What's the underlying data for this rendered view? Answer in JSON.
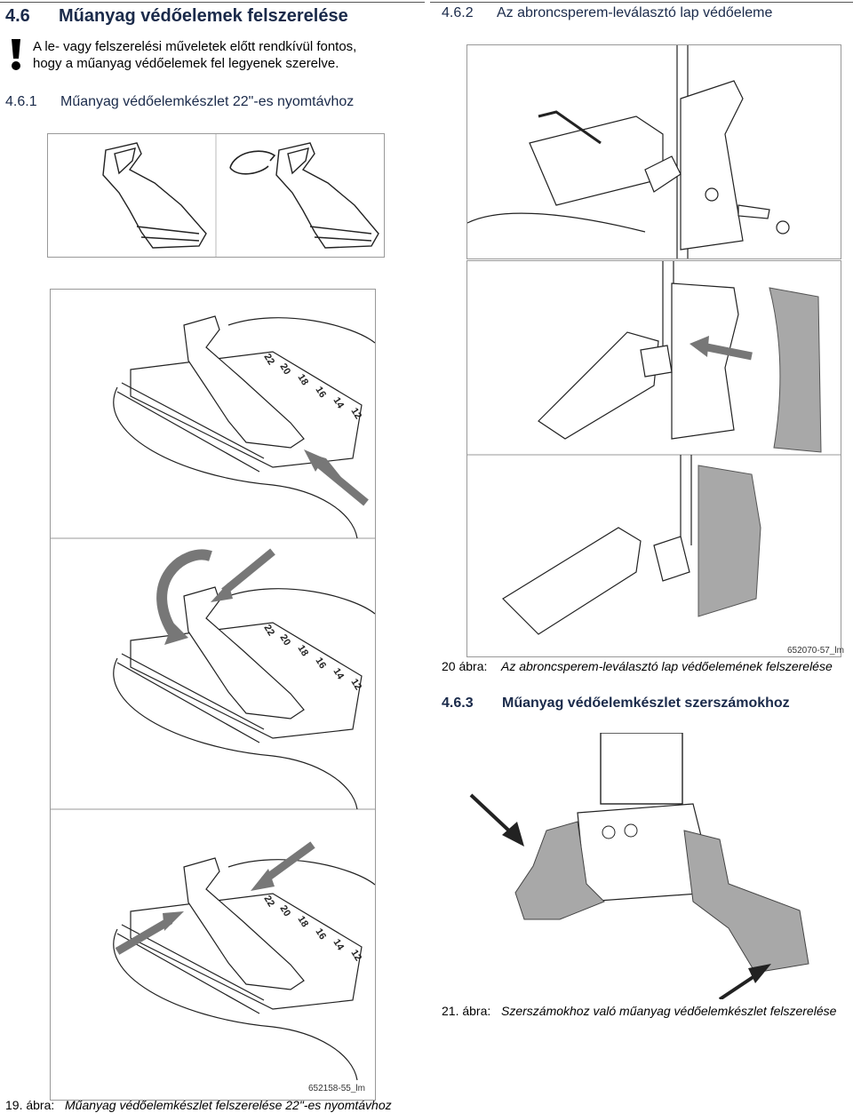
{
  "left": {
    "section": {
      "number": "4.6",
      "title": "Műanyag védőelemek felszerelése"
    },
    "warning": {
      "icon": "exclamation-icon",
      "line1": "A le- vagy felszerelési műveletek előtt rendkívül fontos,",
      "line2": "hogy a műanyag védőelemek fel legyenek szerelve."
    },
    "subsection": {
      "number": "4.6.1",
      "title": "Műanyag védőelemkészlet 22\"-es nyomtávhoz"
    },
    "scale_labels": [
      "22",
      "20",
      "18",
      "16",
      "14",
      "12"
    ],
    "part_code": "652158-55_lm",
    "caption": {
      "label": "19. ábra:",
      "text": "Műanyag védőelemkészlet felszerelése 22\"-es nyomtávhoz"
    }
  },
  "right": {
    "subsection": {
      "number": "4.6.2",
      "title": "Az abroncsperem-leválasztó lap védőeleme"
    },
    "part_code": "652070-57_lm",
    "caption20": {
      "label": "20 ábra:",
      "text": "Az abroncsperem-leválasztó lap védőelemének felszerelése"
    },
    "subsection3": {
      "number": "4.6.3",
      "title": "Műanyag védőelemkészlet szerszámokhoz"
    },
    "caption21": {
      "label": "21. ábra:",
      "text": "Szerszámokhoz való műanyag védőelemkészlet felszerelése"
    }
  },
  "colors": {
    "heading": "#1a2a4a",
    "protector_grey": "#a8a8a8",
    "arrow_grey": "#777777"
  }
}
